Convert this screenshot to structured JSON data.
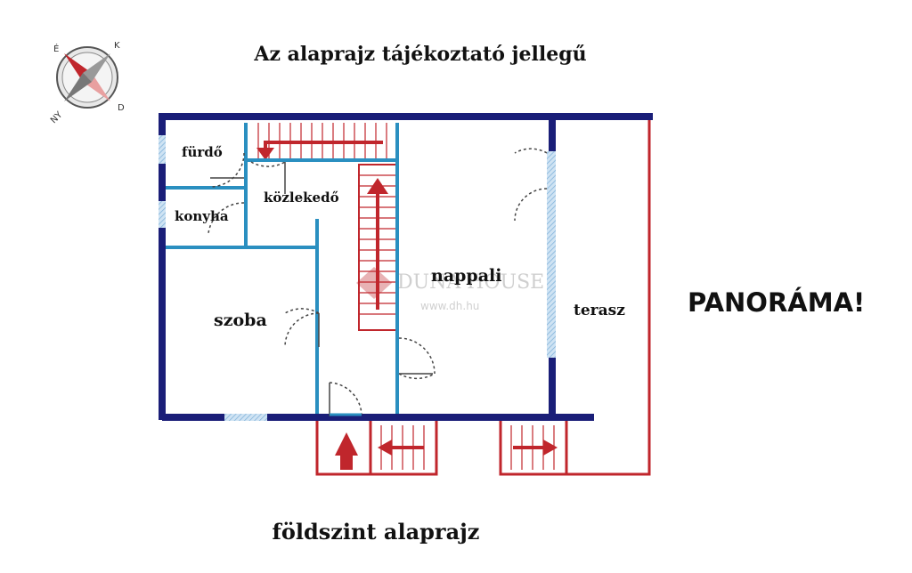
{
  "header": {
    "title": "Az alaprajz tájékoztató jellegű"
  },
  "footer": {
    "title": "földszint alaprajz"
  },
  "callout": {
    "text": "PANORÁMA!"
  },
  "compass": {
    "icon": "compass-icon",
    "letters": {
      "north": "É",
      "east": "K",
      "south": "D",
      "west": "NY"
    }
  },
  "rooms": {
    "bathroom": "fürdő",
    "kitchen": "konyha",
    "corridor": "közlekedő",
    "bedroom": "szoba",
    "living_room": "nappali",
    "terrace": "terasz"
  },
  "watermark": {
    "brand": "DUNA HOUSE",
    "url": "www.dh.hu"
  },
  "colors": {
    "outer_wall": "#1a1e78",
    "inner_wall": "#2a8fc0",
    "stairs_and_terrace": "#c0262c",
    "window": "#9ec9e6"
  }
}
